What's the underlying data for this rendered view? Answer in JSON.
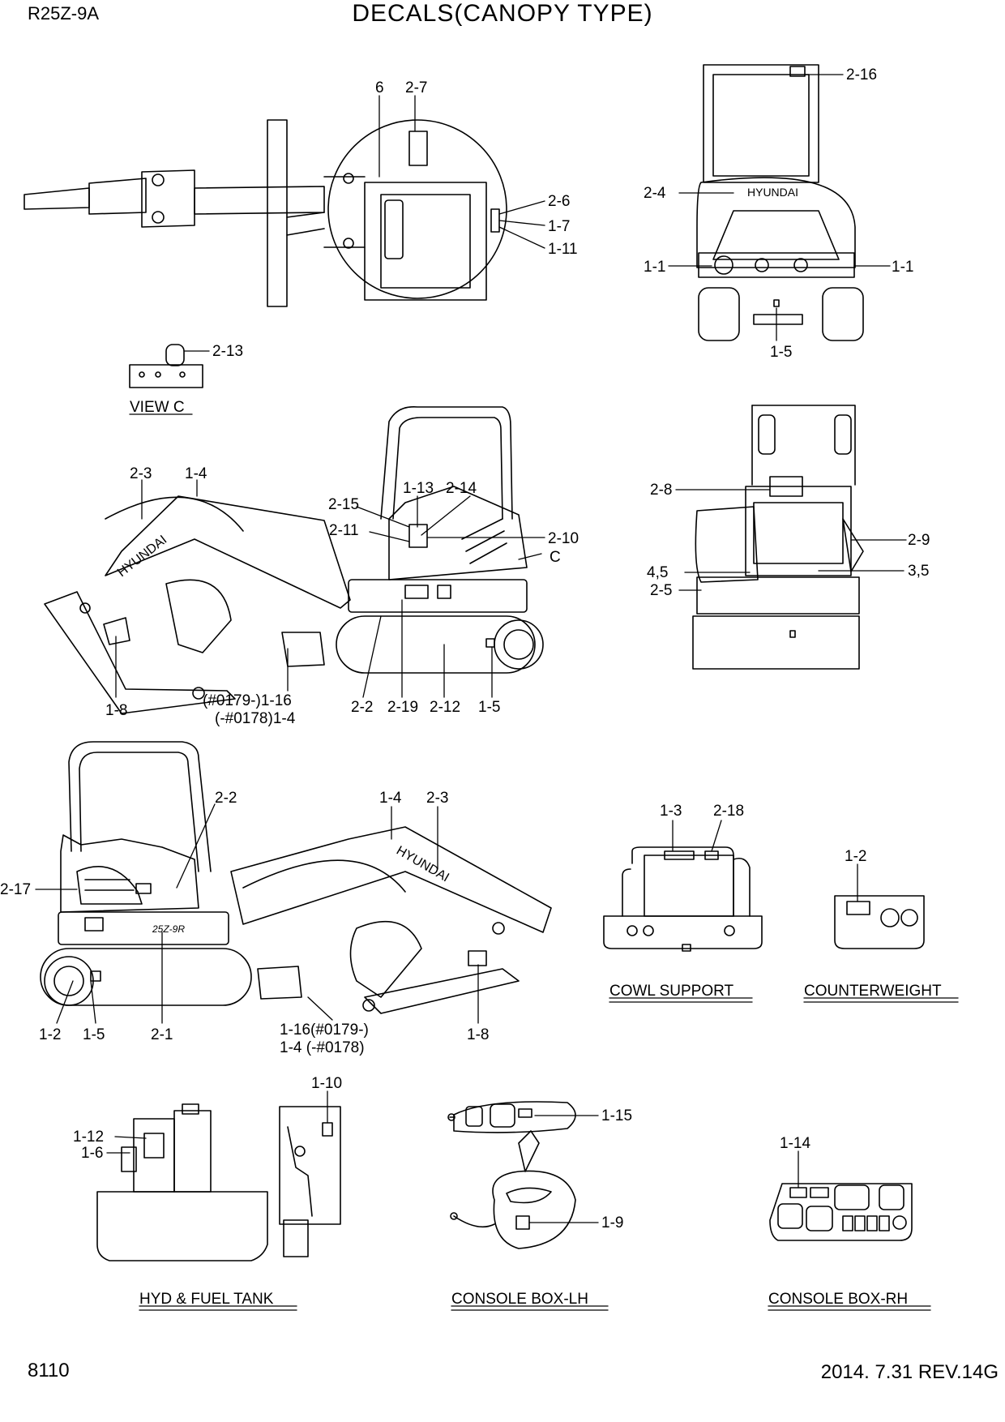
{
  "header": {
    "model": "R25Z-9A",
    "title": "DECALS(CANOPY TYPE)"
  },
  "footer": {
    "page_number": "8110",
    "date_revision": "2014. 7.31  REV.14G"
  },
  "views": {
    "view_c": "VIEW C",
    "cowl_support": "COWL SUPPORT",
    "counterweight": "COUNTERWEIGHT",
    "hyd_fuel_tank": "HYD & FUEL TANK",
    "console_lh": "CONSOLE BOX-LH",
    "console_rh": "CONSOLE BOX-RH"
  },
  "machine_text": {
    "brand": "HYUNDAI",
    "model_badge": "25Z-9R"
  },
  "callouts": {
    "top": [
      "6",
      "2-7",
      "2-6",
      "1-7",
      "1-11"
    ],
    "rear": [
      "2-16",
      "2-4",
      "1-1",
      "1-1",
      "1-5"
    ],
    "view_c": [
      "2-13"
    ],
    "side_left": [
      "2-3",
      "1-4",
      "2-15",
      "1-13",
      "2-14",
      "2-11",
      "2-10",
      "C",
      "1-8",
      "(#0179-)1-16",
      "(-#0178)1-4",
      "2-2",
      "2-19",
      "2-12",
      "1-5"
    ],
    "front": [
      "2-8",
      "2-9",
      "4,5",
      "3,5",
      "2-5"
    ],
    "side_right": [
      "2-2",
      "1-4",
      "2-3",
      "2-17",
      "1-2",
      "1-5",
      "2-1",
      "1-16(#0179-)",
      "1-4 (-#0178)",
      "1-8"
    ],
    "cowl": [
      "1-3",
      "2-18"
    ],
    "cw": [
      "1-2"
    ],
    "tank": [
      "1-10",
      "1-12",
      "1-6"
    ],
    "console_lh": [
      "1-15",
      "1-9"
    ],
    "console_rh": [
      "1-14"
    ]
  }
}
